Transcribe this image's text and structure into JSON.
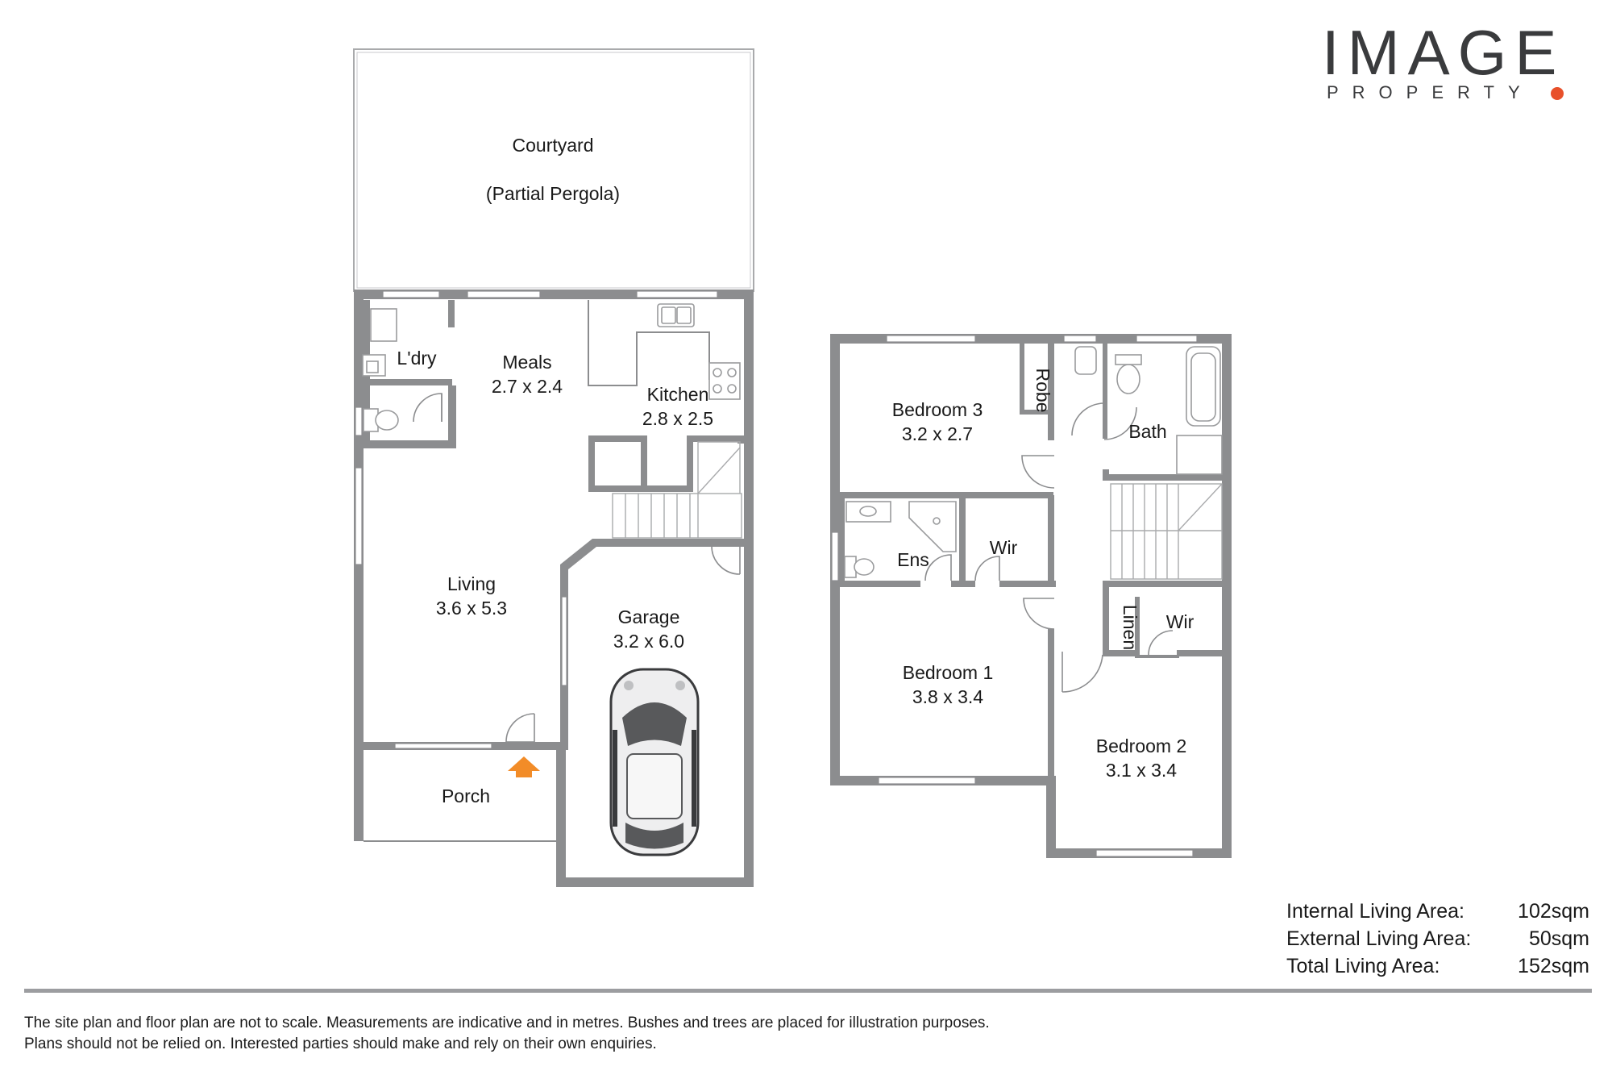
{
  "brand": {
    "name": "IMAGE",
    "tagline": "PROPERTY",
    "accent_color": "#e8502a",
    "text_color": "#3a3b3d"
  },
  "colors": {
    "wall": "#8c8d8f",
    "entry_arrow": "#f28c28"
  },
  "ground_floor": {
    "courtyard": {
      "name": "Courtyard",
      "note": "(Partial Pergola)"
    },
    "laundry": {
      "name": "L'dry"
    },
    "meals": {
      "name": "Meals",
      "size": "2.7 x 2.4"
    },
    "kitchen": {
      "name": "Kitchen",
      "size": "2.8 x 2.5"
    },
    "living": {
      "name": "Living",
      "size": "3.6 x 5.3"
    },
    "garage": {
      "name": "Garage",
      "size": "3.2 x 6.0"
    },
    "porch": {
      "name": "Porch"
    }
  },
  "upper_floor": {
    "bedroom3": {
      "name": "Bedroom 3",
      "size": "3.2 x 2.7"
    },
    "robe": {
      "name": "Robe"
    },
    "bath": {
      "name": "Bath"
    },
    "ensuite": {
      "name": "Ens"
    },
    "wir1": {
      "name": "Wir"
    },
    "bedroom1": {
      "name": "Bedroom 1",
      "size": "3.8 x 3.4"
    },
    "linen": {
      "name": "Linen"
    },
    "wir2": {
      "name": "Wir"
    },
    "bedroom2": {
      "name": "Bedroom 2",
      "size": "3.1 x 3.4"
    }
  },
  "areas": [
    {
      "label": "Internal Living Area:",
      "value": "102sqm"
    },
    {
      "label": "External Living Area:",
      "value": "50sqm"
    },
    {
      "label": "Total Living Area:",
      "value": "152sqm"
    }
  ],
  "disclaimer": {
    "line1": "The site plan and floor plan are not to scale. Measurements are indicative and in metres. Bushes and trees are placed for illustration purposes.",
    "line2": "Plans should not be relied on. Interested parties should make and rely on their own enquiries."
  }
}
